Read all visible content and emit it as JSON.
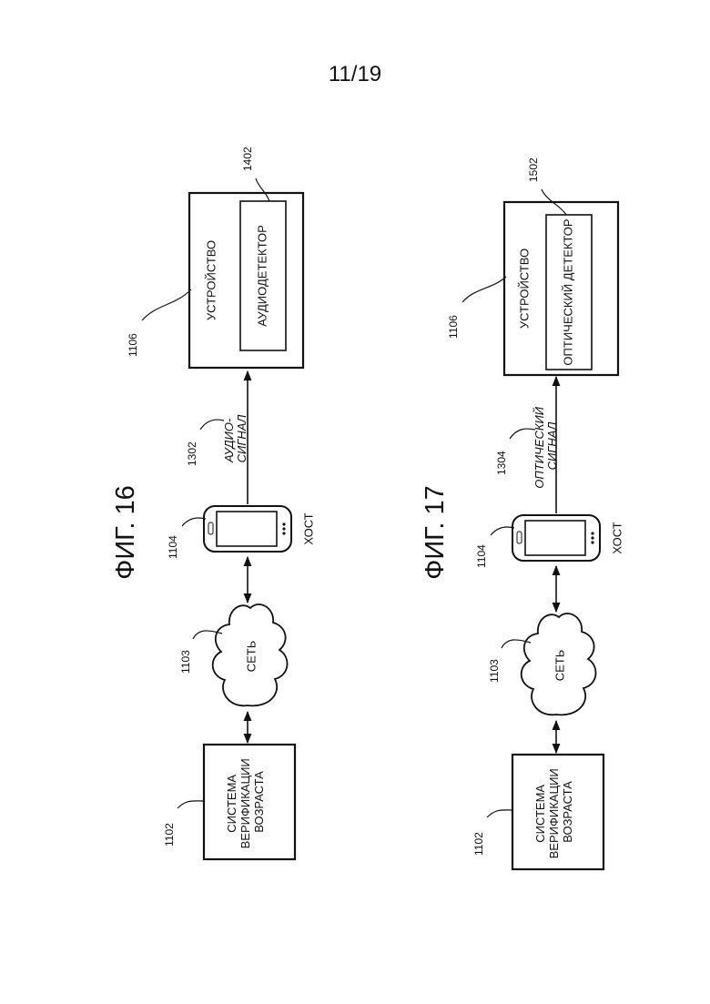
{
  "page_number": "11/19",
  "figures": [
    {
      "title": "ФИГ. 16",
      "age_system": {
        "lines": [
          "СИСТЕМА",
          "ВЕРИФИКАЦИИ",
          "ВОЗРАСТА"
        ],
        "ref": "1102"
      },
      "network": {
        "label": "СЕТЬ",
        "ref": "1103"
      },
      "host": {
        "label": "ХОСТ",
        "ref": "1104"
      },
      "signal": {
        "lines": [
          "АУДИО-",
          "СИГНАЛ"
        ],
        "ref": "1302"
      },
      "device": {
        "label": "УСТРОЙСТВО",
        "ref": "1106"
      },
      "detector": {
        "label": "АУДИОДЕТЕКТОР",
        "ref": "1402"
      }
    },
    {
      "title": "ФИГ. 17",
      "age_system": {
        "lines": [
          "СИСТЕМА",
          "ВЕРИФИКАЦИИ",
          "ВОЗРАСТА"
        ],
        "ref": "1102"
      },
      "network": {
        "label": "СЕТЬ",
        "ref": "1103"
      },
      "host": {
        "label": "ХОСТ",
        "ref": "1104"
      },
      "signal": {
        "lines": [
          "ОПТИЧЕСКИЙ",
          "СИГНАЛ"
        ],
        "ref": "1304"
      },
      "device": {
        "label": "УСТРОЙСТВО",
        "ref": "1106"
      },
      "detector": {
        "label": "ОПТИЧЕСКИЙ ДЕТЕКТОР",
        "ref": "1502"
      }
    }
  ]
}
